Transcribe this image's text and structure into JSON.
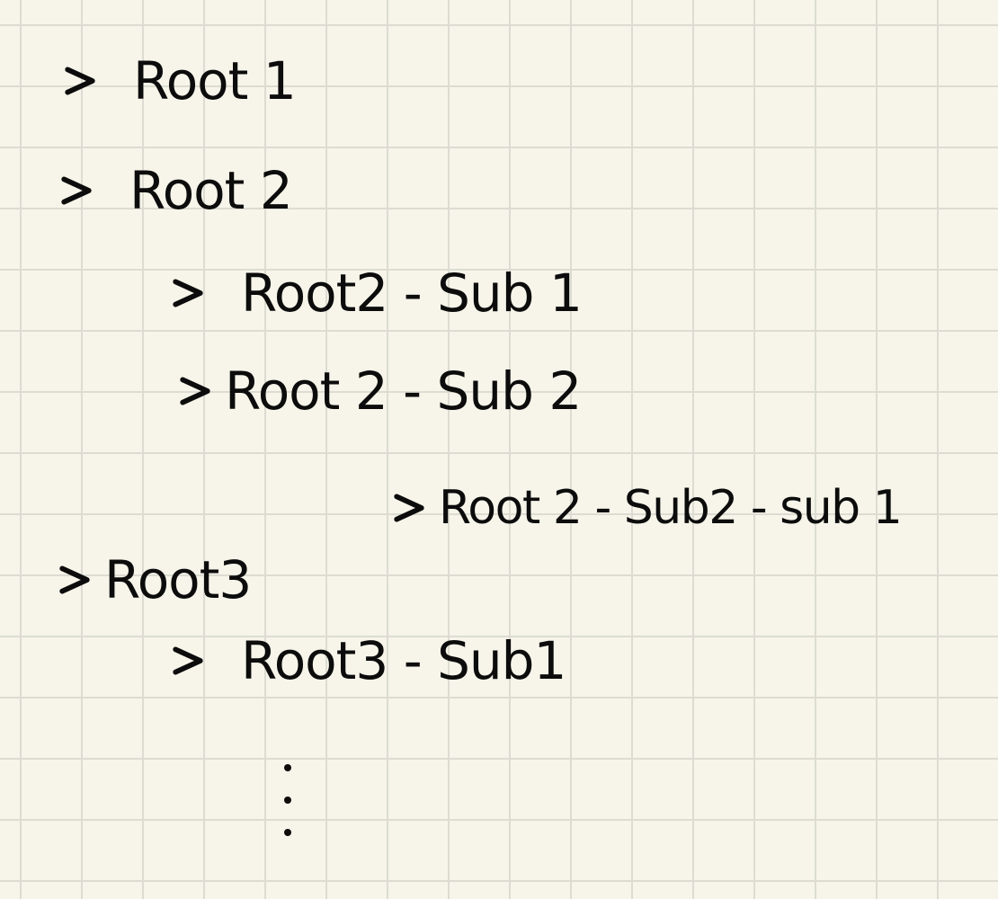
{
  "tree": {
    "items": [
      {
        "id": "root-1",
        "label": "Root 1",
        "level": 0
      },
      {
        "id": "root-2",
        "label": "Root 2",
        "level": 0
      },
      {
        "id": "root-2-sub-1",
        "label": "Root2 - Sub 1",
        "level": 1
      },
      {
        "id": "root-2-sub-2",
        "label": "Root 2 - Sub 2",
        "level": 1
      },
      {
        "id": "root-2-sub-2-sub-1",
        "label": "Root 2 - Sub2 - sub 1",
        "level": 2
      },
      {
        "id": "root-3",
        "label": "Root3",
        "level": 0
      },
      {
        "id": "root-3-sub-1",
        "label": "Root3 - Sub1",
        "level": 1
      }
    ],
    "expander_icon": "chevron-right-icon",
    "continuation": "vertical-ellipsis"
  },
  "colors": {
    "paper": "#f7f5ea",
    "grid": "#dcdcd2",
    "ink": "#0c0c0c"
  }
}
